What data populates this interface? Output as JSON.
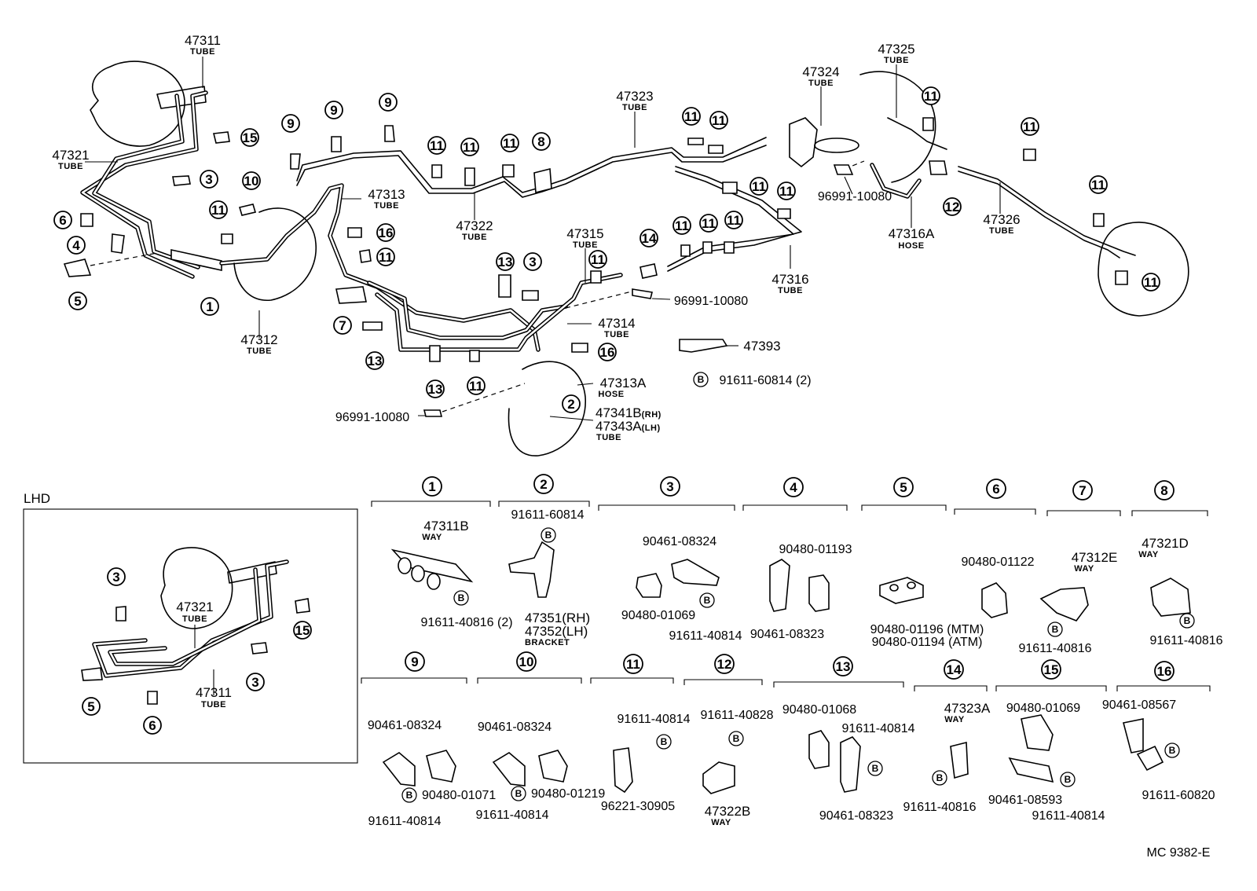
{
  "main_labels": [
    {
      "id": "l47311",
      "code": "47311",
      "sub": "TUBE"
    },
    {
      "id": "l47321",
      "code": "47321",
      "sub": "TUBE"
    },
    {
      "id": "l47323",
      "code": "47323",
      "sub": "TUBE"
    },
    {
      "id": "l47322",
      "code": "47322",
      "sub": "TUBE"
    },
    {
      "id": "l47313",
      "code": "47313",
      "sub": "TUBE"
    },
    {
      "id": "l47315",
      "code": "47315",
      "sub": "TUBE"
    },
    {
      "id": "l47312",
      "code": "47312",
      "sub": "TUBE"
    },
    {
      "id": "l47314",
      "code": "47314",
      "sub": "TUBE"
    },
    {
      "id": "l47313A",
      "code": "47313A",
      "sub": "HOSE"
    },
    {
      "id": "l47324",
      "code": "47324",
      "sub": "TUBE"
    },
    {
      "id": "l47325",
      "code": "47325",
      "sub": "TUBE"
    },
    {
      "id": "l47316A",
      "code": "47316A",
      "sub": "HOSE"
    },
    {
      "id": "l47316",
      "code": "47316",
      "sub": "TUBE"
    },
    {
      "id": "l47326",
      "code": "47326",
      "sub": "TUBE"
    },
    {
      "id": "l47341B",
      "code": "47341B",
      "sub": "(RH)"
    },
    {
      "id": "l47343A",
      "code": "47343A",
      "sub": "(LH)"
    },
    {
      "id": "l47343A_tube",
      "code": "",
      "sub": "TUBE"
    },
    {
      "id": "l47393",
      "code": "47393",
      "sub": ""
    },
    {
      "id": "l96991a",
      "code": "96991-10080",
      "sub": ""
    },
    {
      "id": "l96991b",
      "code": "96991-10080",
      "sub": ""
    },
    {
      "id": "l96991c",
      "code": "96991-10080",
      "sub": ""
    },
    {
      "id": "l91611b",
      "code": "91611-60814 (2)",
      "sub": ""
    }
  ],
  "lhd": {
    "title": "LHD",
    "labels": [
      {
        "id": "lhd47321",
        "code": "47321",
        "sub": "TUBE"
      },
      {
        "id": "lhd47311",
        "code": "47311",
        "sub": "TUBE"
      }
    ]
  },
  "parts_table": [
    {
      "num": "1",
      "parts": [
        "47311B",
        "WAY",
        "91611-40816 (2)"
      ]
    },
    {
      "num": "2",
      "parts": [
        "91611-60814",
        "47351(RH)",
        "47352(LH)",
        "BRACKET"
      ]
    },
    {
      "num": "3",
      "parts": [
        "90461-08324",
        "90480-01069",
        "91611-40814"
      ]
    },
    {
      "num": "4",
      "parts": [
        "90480-01193",
        "90461-08323"
      ]
    },
    {
      "num": "5",
      "parts": [
        "90480-01196 (MTM)",
        "90480-01194 (ATM)"
      ]
    },
    {
      "num": "6",
      "parts": [
        "90480-01122"
      ]
    },
    {
      "num": "7",
      "parts": [
        "47312E",
        "WAY",
        "91611-40816"
      ]
    },
    {
      "num": "8",
      "parts": [
        "47321D",
        "WAY",
        "91611-40816"
      ]
    },
    {
      "num": "9",
      "parts": [
        "90461-08324",
        "90480-01071",
        "91611-40814"
      ]
    },
    {
      "num": "10",
      "parts": [
        "90461-08324",
        "90480-01219",
        "91611-40814"
      ]
    },
    {
      "num": "11",
      "parts": [
        "91611-40814",
        "96221-30905"
      ]
    },
    {
      "num": "12",
      "parts": [
        "91611-40828",
        "47322B",
        "WAY"
      ]
    },
    {
      "num": "13",
      "parts": [
        "90480-01068",
        "91611-40814",
        "90461-08323"
      ]
    },
    {
      "num": "14",
      "parts": [
        "47323A",
        "WAY",
        "91611-40816"
      ]
    },
    {
      "num": "15",
      "parts": [
        "90480-01069",
        "90461-08593",
        "91611-40814"
      ]
    },
    {
      "num": "16",
      "parts": [
        "90461-08567",
        "91611-60820"
      ]
    }
  ],
  "bolt_marker": "B",
  "footer": {
    "code": "MC  9382-E"
  }
}
